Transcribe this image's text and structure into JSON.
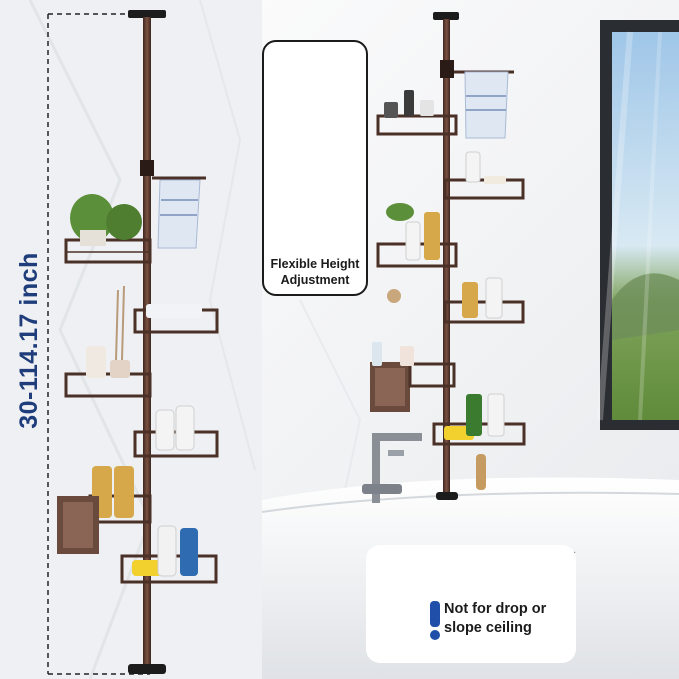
{
  "dimension_label": "30-114.17 inch",
  "callouts": {
    "height_adjustment": {
      "line1": "Flexible Height",
      "line2": "Adjustment"
    },
    "ceiling_warning": {
      "line1": "Not for drop or",
      "line2": "slope ceiling"
    }
  },
  "colors": {
    "pole_bronze": "#5a3a2e",
    "dimension_blue": "#1f3d7a",
    "warning_blue": "#1f4fa8",
    "wall_white": "#f3f4f6",
    "tub_white": "#fbfbfc"
  },
  "icons": [
    "exclamation-icon",
    "spring-icon",
    "ceiling-cap-icon",
    "towel-icon",
    "faucet-icon",
    "plant-icon"
  ]
}
